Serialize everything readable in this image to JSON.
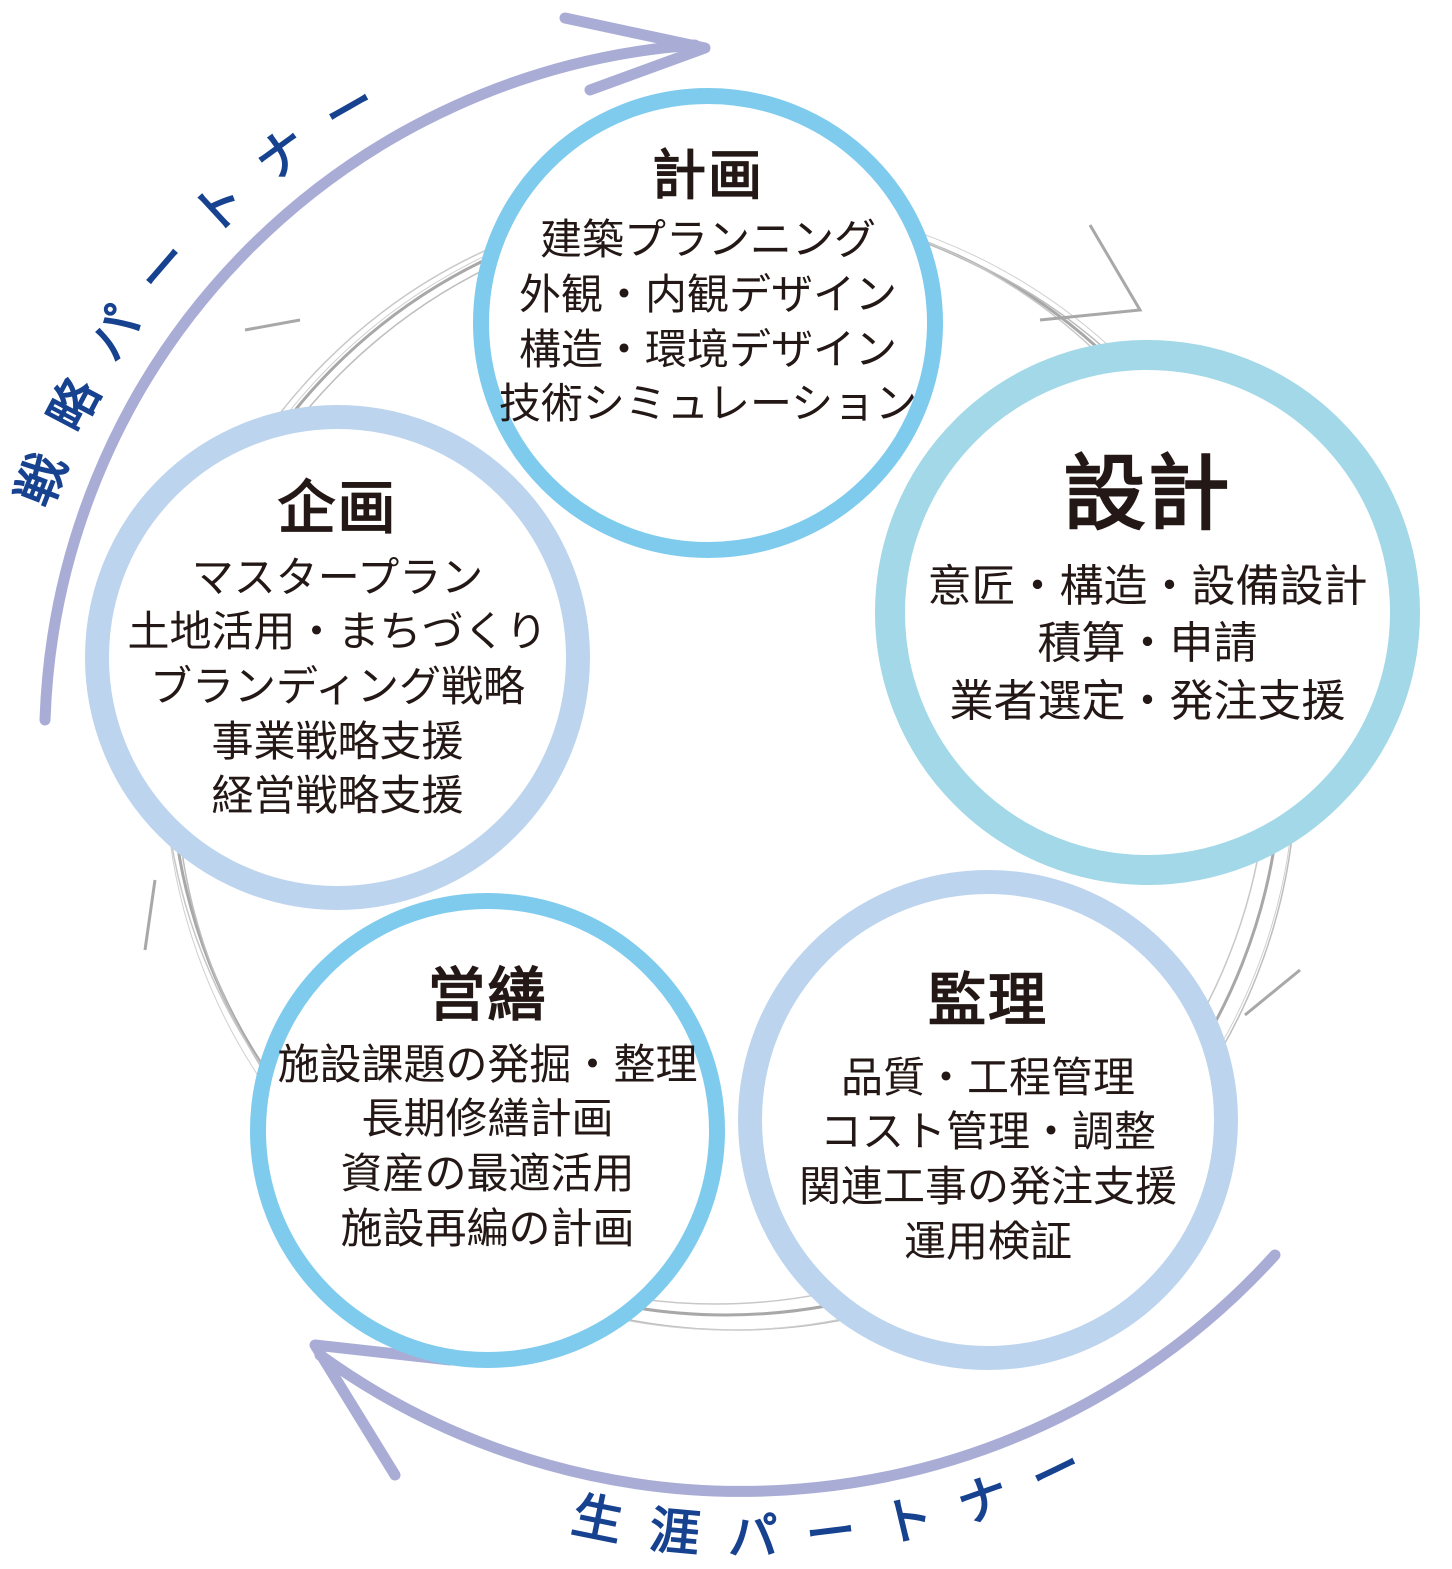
{
  "partners": {
    "strategic": "戦略パートナー",
    "lifetime": "生涯パートナー"
  },
  "colors": {
    "label_text": "#17428f",
    "outer_arrow": "#a9add6",
    "inner_arrows": "#a8a8a8",
    "text": "#231815",
    "ring_light_blue": "#7fcbee",
    "ring_pale_blue": "#bdd4ee",
    "ring_aqua": "#a2d8e7"
  },
  "nodes": {
    "keikaku": {
      "title": "計画",
      "items": [
        "建築プランニング",
        "外観・内観デザイン",
        "構造・環境デザイン",
        "技術シミュレーション"
      ]
    },
    "sekkei": {
      "title": "設計",
      "items": [
        "意匠・構造・設備設計",
        "積算・申請",
        "業者選定・発注支援"
      ]
    },
    "kanri": {
      "title": "監理",
      "items": [
        "品質・工程管理",
        "コスト管理・調整",
        "関連工事の発注支援",
        "運用検証"
      ]
    },
    "eizen": {
      "title": "営繕",
      "items": [
        "施設課題の発掘・整理",
        "長期修繕計画",
        "資産の最適活用",
        "施設再編の計画"
      ]
    },
    "kikaku": {
      "title": "企画",
      "items": [
        "マスタープラン",
        "土地活用・まちづくり",
        "ブランディング戦略",
        "事業戦略支援",
        "経営戦略支援"
      ]
    }
  }
}
